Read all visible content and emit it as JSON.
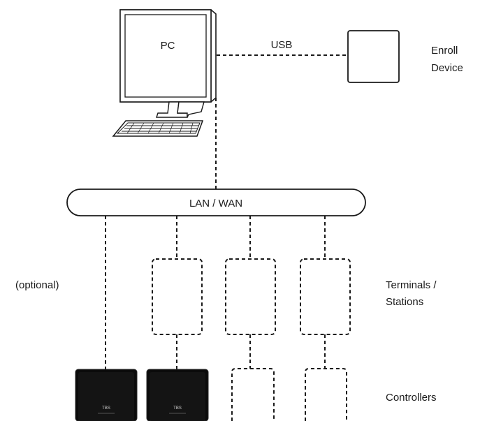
{
  "labels": {
    "pc": "PC",
    "usb": "USB",
    "enroll_line1": "Enroll",
    "enroll_line2": "Device",
    "network": "LAN / WAN",
    "optional": "(optional)",
    "terminals_line1": "Terminals /",
    "terminals_line2": "Stations",
    "controllers": "Controllers",
    "device_brand": "TBS"
  },
  "icons": {
    "pc": "monitor-icon",
    "keyboard": "keyboard-icon",
    "enroll_device": "enroll-device-icon",
    "controller": "controller-device-icon"
  }
}
